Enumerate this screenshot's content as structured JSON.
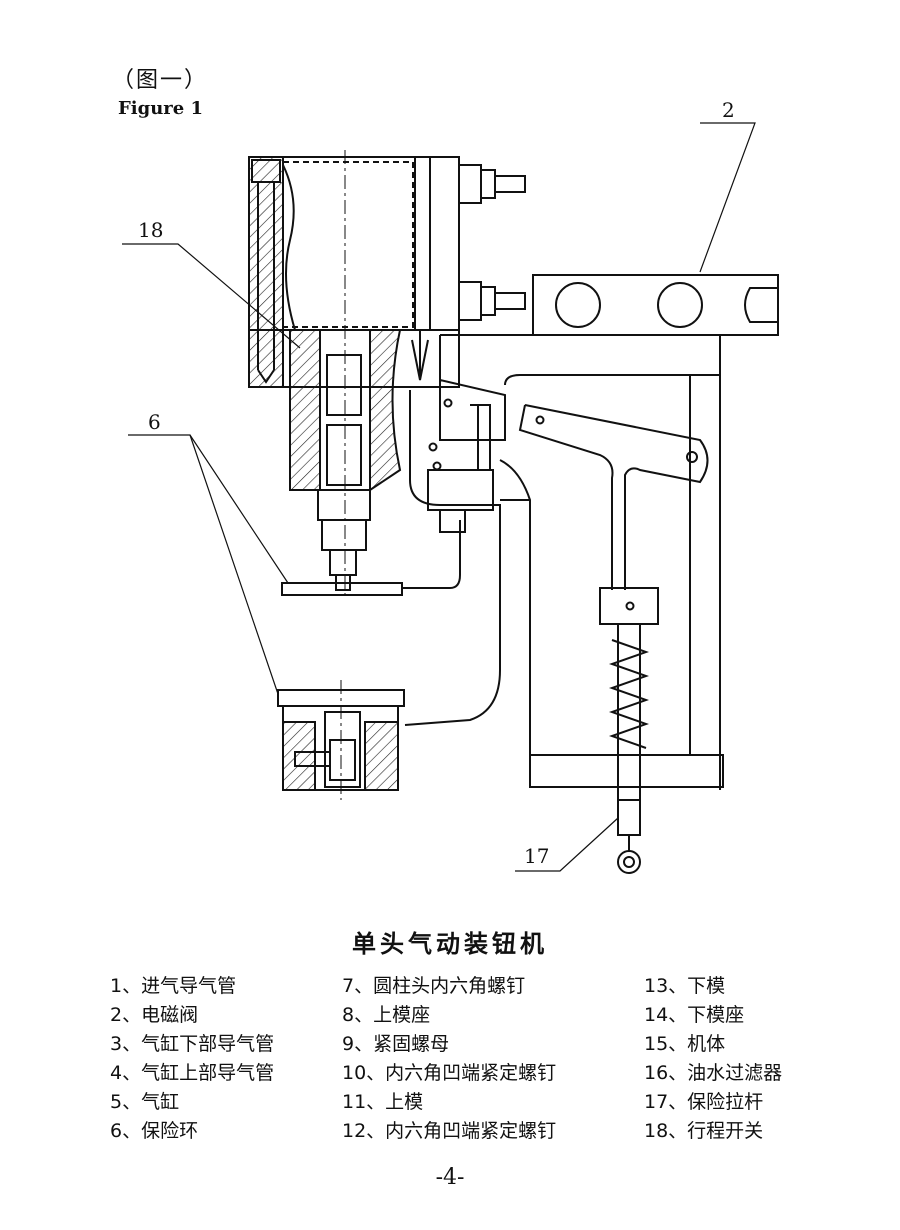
{
  "figure": {
    "label_cn": "（图一）",
    "label_en": "Figure 1"
  },
  "callouts": {
    "c2": "2",
    "c18": "18",
    "c6": "6",
    "c17": "17"
  },
  "title": "单头气动装钮机",
  "parts": {
    "col1": [
      "1、进气导气管",
      "2、电磁阀",
      "3、气缸下部导气管",
      "4、气缸上部导气管",
      "5、气缸",
      "6、保险环"
    ],
    "col2": [
      "7、圆柱头内六角螺钉",
      "8、上模座",
      "9、紧固螺母",
      "10、内六角凹端紧定螺钉",
      "11、上模",
      "12、内六角凹端紧定螺钉"
    ],
    "col3": [
      "13、下模",
      "14、下模座",
      "15、机体",
      "16、油水过滤器",
      "17、保险拉杆",
      "18、行程开关"
    ]
  },
  "page_number": "-4-"
}
